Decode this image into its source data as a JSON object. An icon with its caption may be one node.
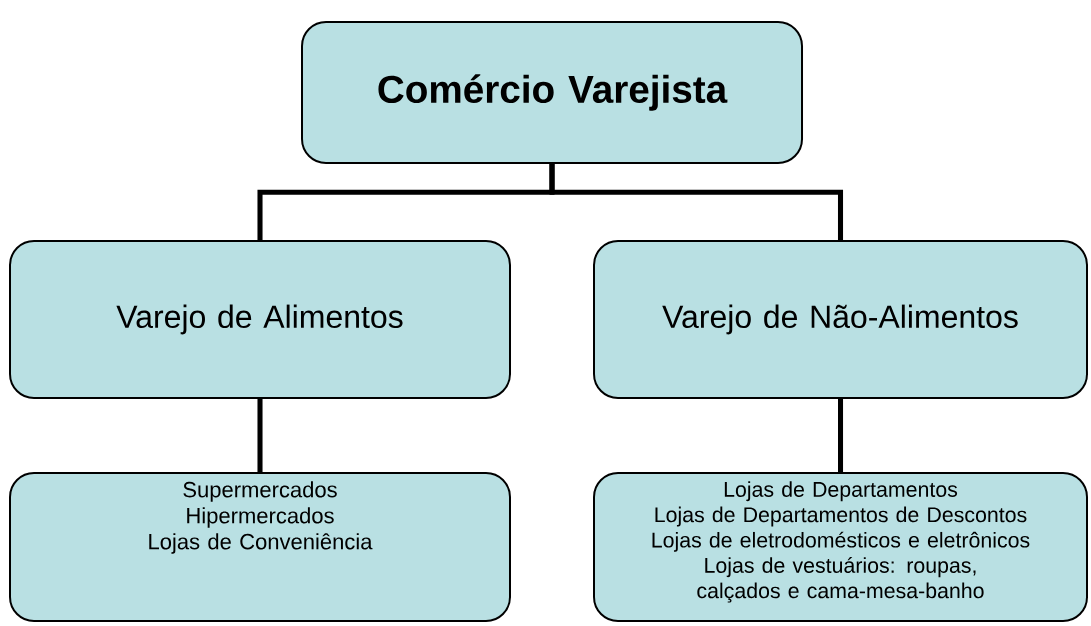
{
  "diagram": {
    "nodes": [
      {
        "text": [
          "Comércio Varejista"
        ]
      },
      {
        "text": [
          "Varejo de Alimentos"
        ]
      },
      {
        "text": [
          "Varejo de Não-Alimentos"
        ]
      },
      {
        "text": [
          "Supermercados",
          "Hipermercados",
          "Lojas de Conveniência"
        ]
      },
      {
        "text": [
          "Lojas de Departamentos",
          "Lojas de Departamentos de Descontos",
          "Lojas de eletrodomésticos e eletrônicos",
          "Lojas de vestuários: roupas, calçados e cama-mesa-banho"
        ]
      }
    ],
    "edges": [
      {
        "from": 0,
        "to": 1,
        "arrow": "none"
      },
      {
        "from": 0,
        "to": 2,
        "arrow": "none"
      },
      {
        "from": 1,
        "to": 3,
        "arrow": "none"
      },
      {
        "from": 2,
        "to": 4,
        "arrow": "none"
      }
    ]
  }
}
